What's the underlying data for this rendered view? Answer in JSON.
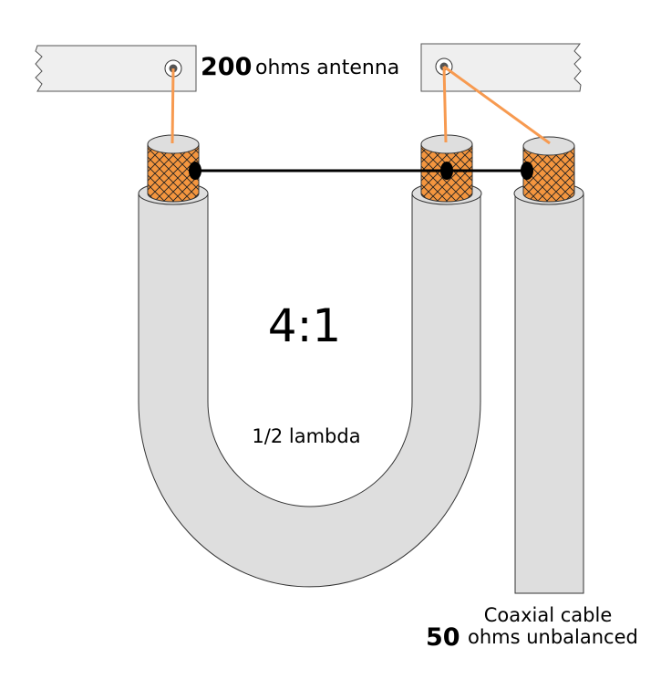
{
  "antenna": {
    "impedance": "200",
    "label": "ohms antenna"
  },
  "transformer": {
    "ratio": "4:1",
    "length": "1/2 lambda"
  },
  "feedline": {
    "title": "Coaxial cable",
    "impedance": "50",
    "label": "ohms unbalanced"
  },
  "colors": {
    "braid": "#f4963f",
    "wire": "#f79a50",
    "cable": "#dedede",
    "plate": "#efefef"
  }
}
